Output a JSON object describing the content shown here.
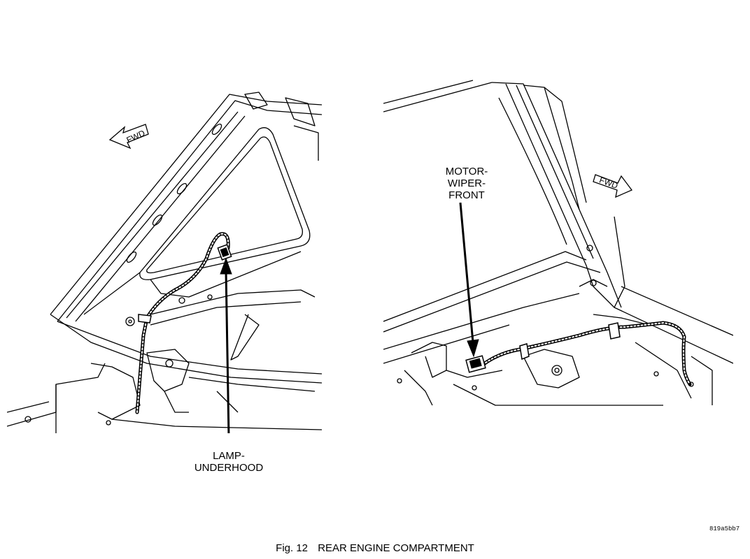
{
  "left_view": {
    "fwd_label": "FWD",
    "callout": {
      "line1": "LAMP-",
      "line2": "UNDERHOOD"
    }
  },
  "right_view": {
    "fwd_label": "FWD",
    "callout": {
      "line1": "MOTOR-",
      "line2": "WIPER-",
      "line3": "FRONT"
    }
  },
  "caption": {
    "number": "Fig. 12",
    "title": "REAR ENGINE COMPARTMENT"
  },
  "image_code": "819a5bb7"
}
